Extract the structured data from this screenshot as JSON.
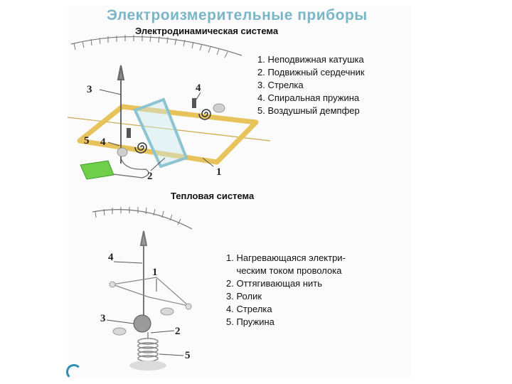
{
  "title": "Электроизмерительные приборы",
  "section1": {
    "subtitle": "Электродинамическая система",
    "legend": [
      "1. Неподвижная катушка",
      "2. Подвижный сердечник",
      "3. Стрелка",
      "4. Спиральная пружина",
      "5. Воздушный демпфер"
    ],
    "labels": {
      "n1": "1",
      "n2": "2",
      "n3": "3",
      "n4a": "4",
      "n4b": "4",
      "n5": "5"
    }
  },
  "section2": {
    "subtitle": "Тепловая система",
    "legend": [
      "1. Нагревающаяся электри-",
      "    ческим током проволока",
      "2. Оттягивающая нить",
      "3. Ролик",
      "4. Стрелка",
      "5. Пружина"
    ],
    "labels": {
      "n1": "1",
      "n2": "2",
      "n3": "3",
      "n4": "4",
      "n5": "5"
    }
  },
  "colors": {
    "title": "#7ab6c8",
    "coil": "#e8c25a",
    "core": "#9fcfd8",
    "damper": "#6fcf4a"
  },
  "icons": [
    "dial-scale-icon",
    "spiral-spring-icon",
    "pointer-arrow-icon",
    "helical-spring-icon",
    "pulley-icon"
  ]
}
